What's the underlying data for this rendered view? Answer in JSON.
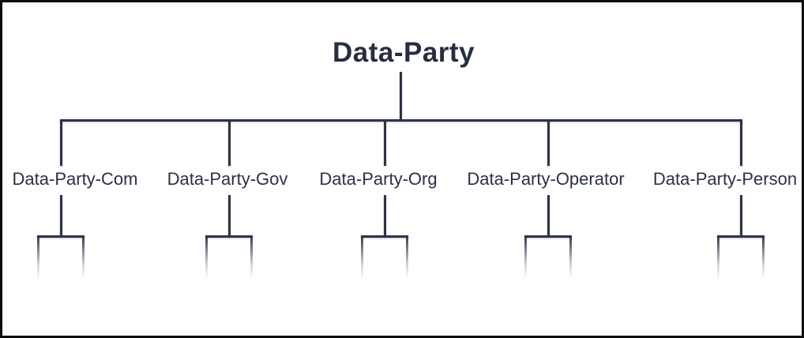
{
  "diagram": {
    "type": "tree",
    "root": {
      "label": "Data-Party"
    },
    "children": [
      {
        "label": "Data-Party-Com",
        "has_hidden_children": true
      },
      {
        "label": "Data-Party-Gov",
        "has_hidden_children": true
      },
      {
        "label": "Data-Party-Org",
        "has_hidden_children": true
      },
      {
        "label": "Data-Party-Operator",
        "has_hidden_children": true
      },
      {
        "label": "Data-Party-Person",
        "has_hidden_children": true
      }
    ],
    "colors": {
      "line": "#2d3347",
      "text": "#272e41",
      "background": "#ffffff",
      "border": "#0d0d0d"
    }
  }
}
